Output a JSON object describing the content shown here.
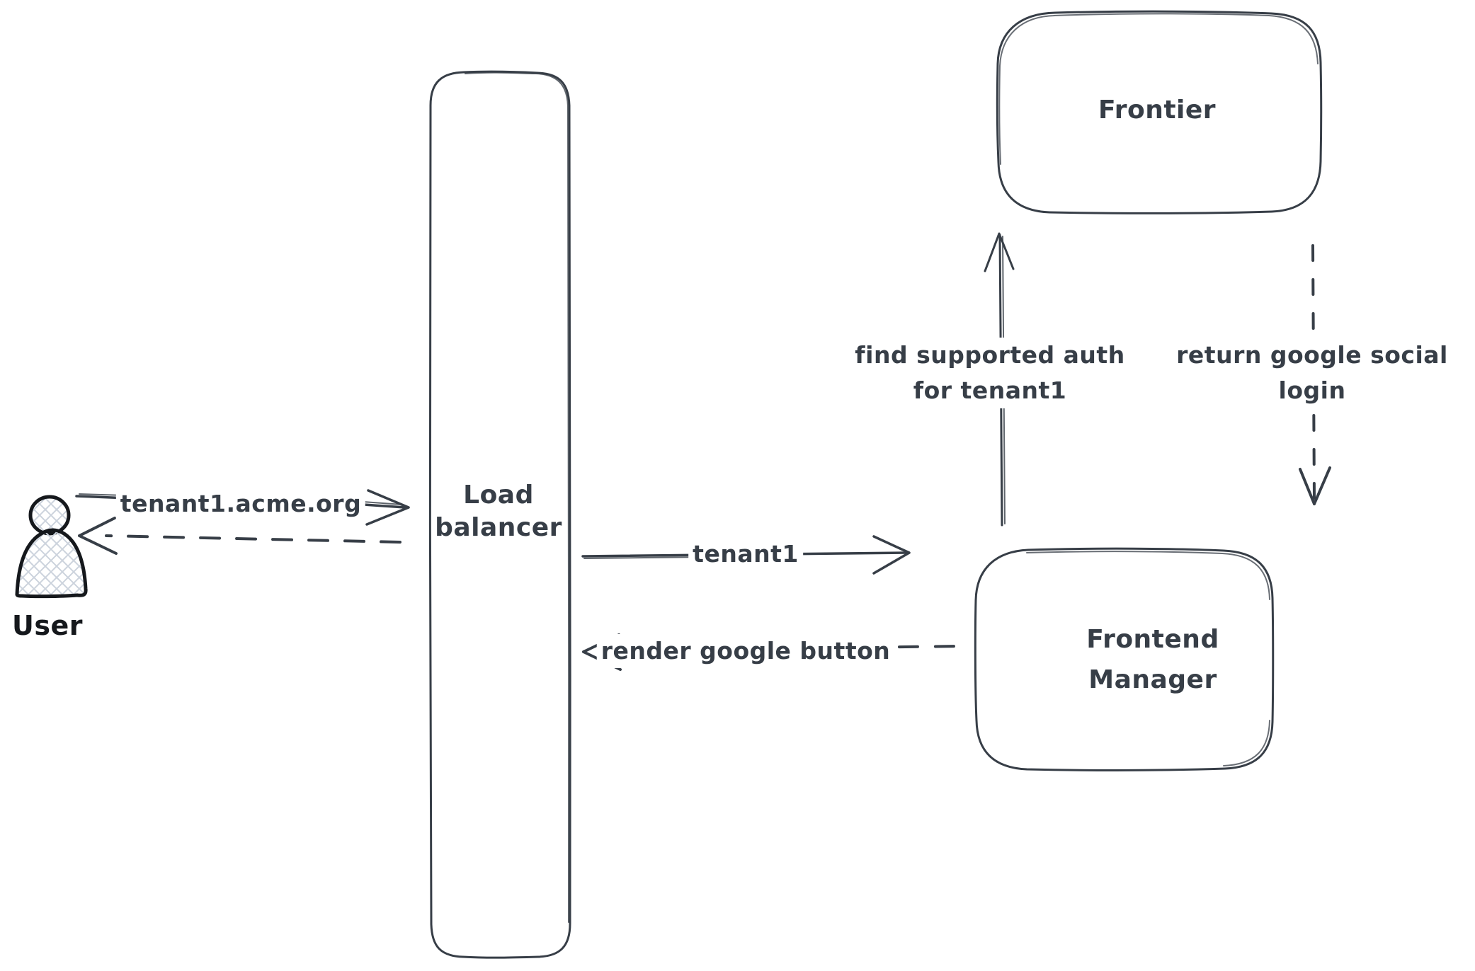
{
  "diagram": {
    "type": "flow-sequence",
    "background": "#ffffff",
    "stroke_color": "#373e47",
    "user_stroke_color": "#15181c",
    "hatch_color": "#ccd3dd",
    "nodes": {
      "user": {
        "label": "User",
        "icon": "person-icon"
      },
      "load_balancer": {
        "lines": [
          "Load",
          "balancer"
        ]
      },
      "frontier": {
        "label": "Frontier"
      },
      "frontend_manager": {
        "lines": [
          "Frontend",
          "Manager"
        ]
      }
    },
    "edges": [
      {
        "id": "user-to-lb",
        "from": "user",
        "to": "load_balancer",
        "style": "solid",
        "direction": "right",
        "label": "tenant1.acme.org"
      },
      {
        "id": "lb-to-user",
        "from": "load_balancer",
        "to": "user",
        "style": "dashed",
        "direction": "left",
        "label": ""
      },
      {
        "id": "lb-to-fm",
        "from": "load_balancer",
        "to": "frontend_manager",
        "style": "solid",
        "direction": "right",
        "label": "tenant1"
      },
      {
        "id": "fm-to-lb",
        "from": "frontend_manager",
        "to": "load_balancer",
        "style": "dashed",
        "direction": "left",
        "label": "render google button"
      },
      {
        "id": "fm-to-frontier",
        "from": "frontend_manager",
        "to": "frontier",
        "style": "solid",
        "direction": "up",
        "lines": [
          "find supported auth",
          "for tenant1"
        ]
      },
      {
        "id": "frontier-to-fm",
        "from": "frontier",
        "to": "frontend_manager",
        "style": "dashed",
        "direction": "down",
        "lines": [
          "return google social",
          "login"
        ]
      }
    ]
  }
}
